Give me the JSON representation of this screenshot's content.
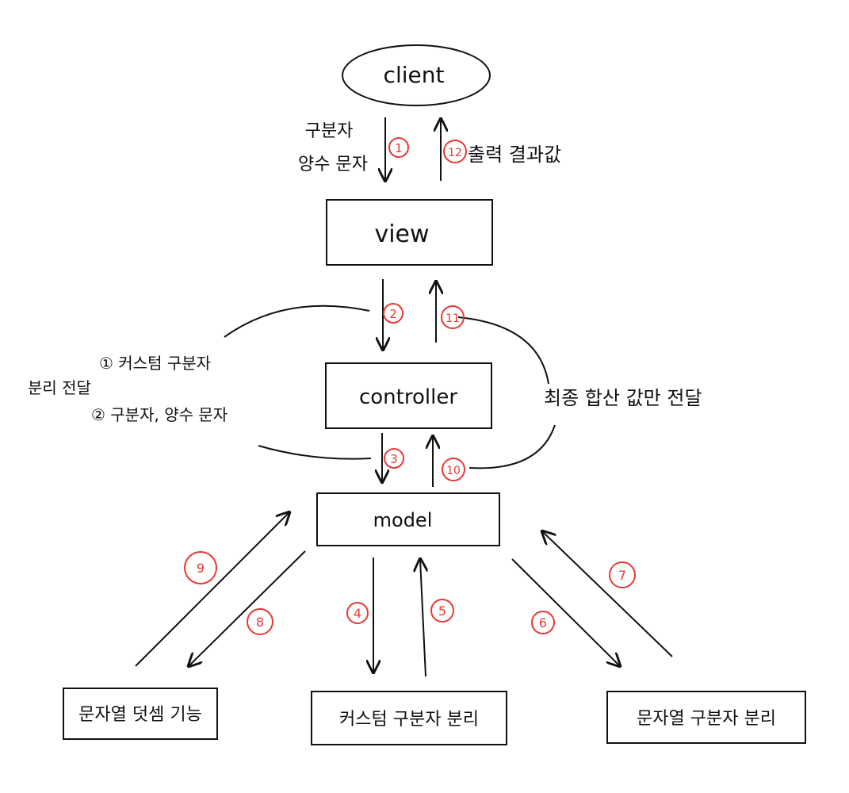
{
  "nodes": {
    "client": "client",
    "view": "view",
    "controller": "controller",
    "model": "model",
    "string_add": "문자열 덧셈 기능",
    "custom_split": "커스텀 구분자 분리",
    "string_split": "문자열 구분자 분리"
  },
  "steps": [
    "1",
    "2",
    "3",
    "4",
    "5",
    "6",
    "7",
    "8",
    "9",
    "10",
    "11",
    "12"
  ],
  "labels": {
    "input_line1": "구분자",
    "input_line2": "양수 문자",
    "output": "출력 결과값",
    "separate": "분리 전달",
    "item1": "① 커스텀 구분자",
    "item2": "② 구분자, 양수 문자",
    "final": "최종 합산 값만 전달"
  },
  "colors": {
    "ink": "#111111",
    "step": "#e53935"
  }
}
